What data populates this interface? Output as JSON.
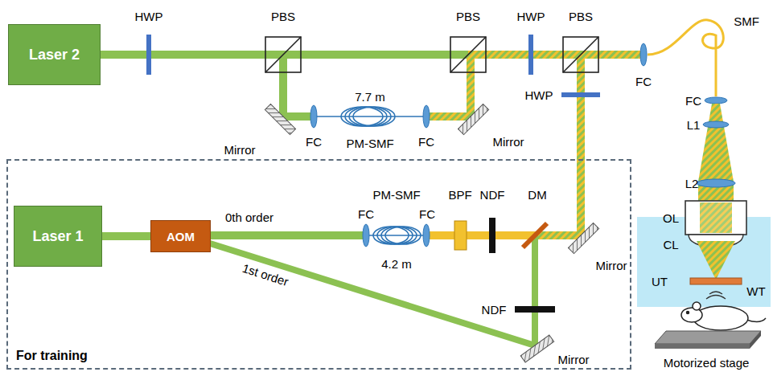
{
  "diagram": {
    "nodes": [
      {
        "text": [
          "Laser 2"
        ]
      },
      {
        "text": [
          "For training"
        ]
      },
      {
        "text": [
          "Laser 1"
        ],
        "in": 1
      },
      {
        "text": [
          "AOM"
        ],
        "in": 1
      }
    ],
    "edges": [
      {
        "from": 2,
        "to": 3,
        "arrow": "none"
      }
    ],
    "labels": [
      "HWP",
      "PBS",
      "PBS",
      "HWP",
      "PBS",
      "SMF",
      "Mirror",
      "FC",
      "7.7 m",
      "PM-SMF",
      "FC",
      "Mirror",
      "FC",
      "HWP",
      "FC",
      "L1",
      "L2",
      "OL",
      "CL",
      "UT",
      "WT",
      "Motorized stage",
      "0th order",
      "FC",
      "PM-SMF",
      "FC",
      "4.2 m",
      "1st order",
      "BPF",
      "NDF",
      "DM",
      "Mirror",
      "NDF",
      "Mirror"
    ]
  }
}
